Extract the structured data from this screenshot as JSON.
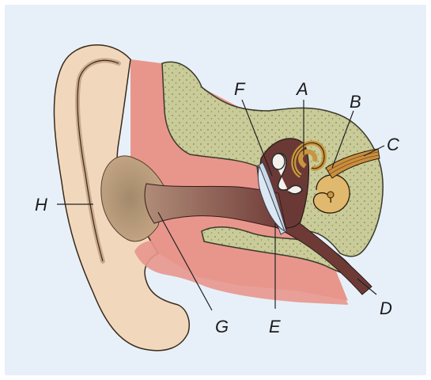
{
  "labels": {
    "A": "A",
    "B": "B",
    "C": "C",
    "D": "D",
    "E": "E",
    "F": "F",
    "G": "G",
    "H": "H"
  },
  "colors": {
    "background": "#e7f0f9",
    "skin": "#f1d8bd",
    "skin_shadow": "#d9b895",
    "flesh_pink": "#e6918a",
    "canal": "#8a4a45",
    "bone": "#c9cb98",
    "cochlea": "#d9b26a",
    "nerve": "#c98f3e",
    "eardrum": "#c9d8e6"
  }
}
